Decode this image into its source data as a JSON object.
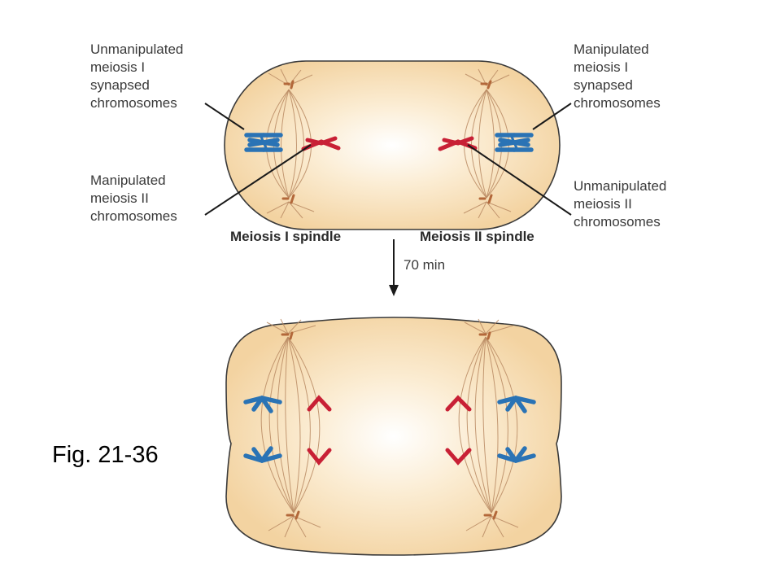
{
  "labels": {
    "top_left_upper": [
      "Unmanipulated",
      "meiosis I",
      "synapsed",
      "chromosomes"
    ],
    "top_left_lower": [
      "Manipulated",
      "meiosis II",
      "chromosomes"
    ],
    "top_right_upper": [
      "Manipulated",
      "meiosis I",
      "synapsed",
      "chromosomes"
    ],
    "top_right_lower": [
      "Unmanipulated",
      "meiosis II",
      "chromosomes"
    ],
    "spindle_left": "Meiosis I spindle",
    "spindle_right": "Meiosis II spindle",
    "time": "70 min",
    "figure": "Fig. 21-36"
  },
  "colors": {
    "cell_fill": "#f6dcae",
    "cell_edge": "#3a3a3a",
    "fiber": "#b98a63",
    "centrosome": "#b3683a",
    "blue_chromosome": "#2a73b5",
    "red_chromosome": "#c82035"
  }
}
